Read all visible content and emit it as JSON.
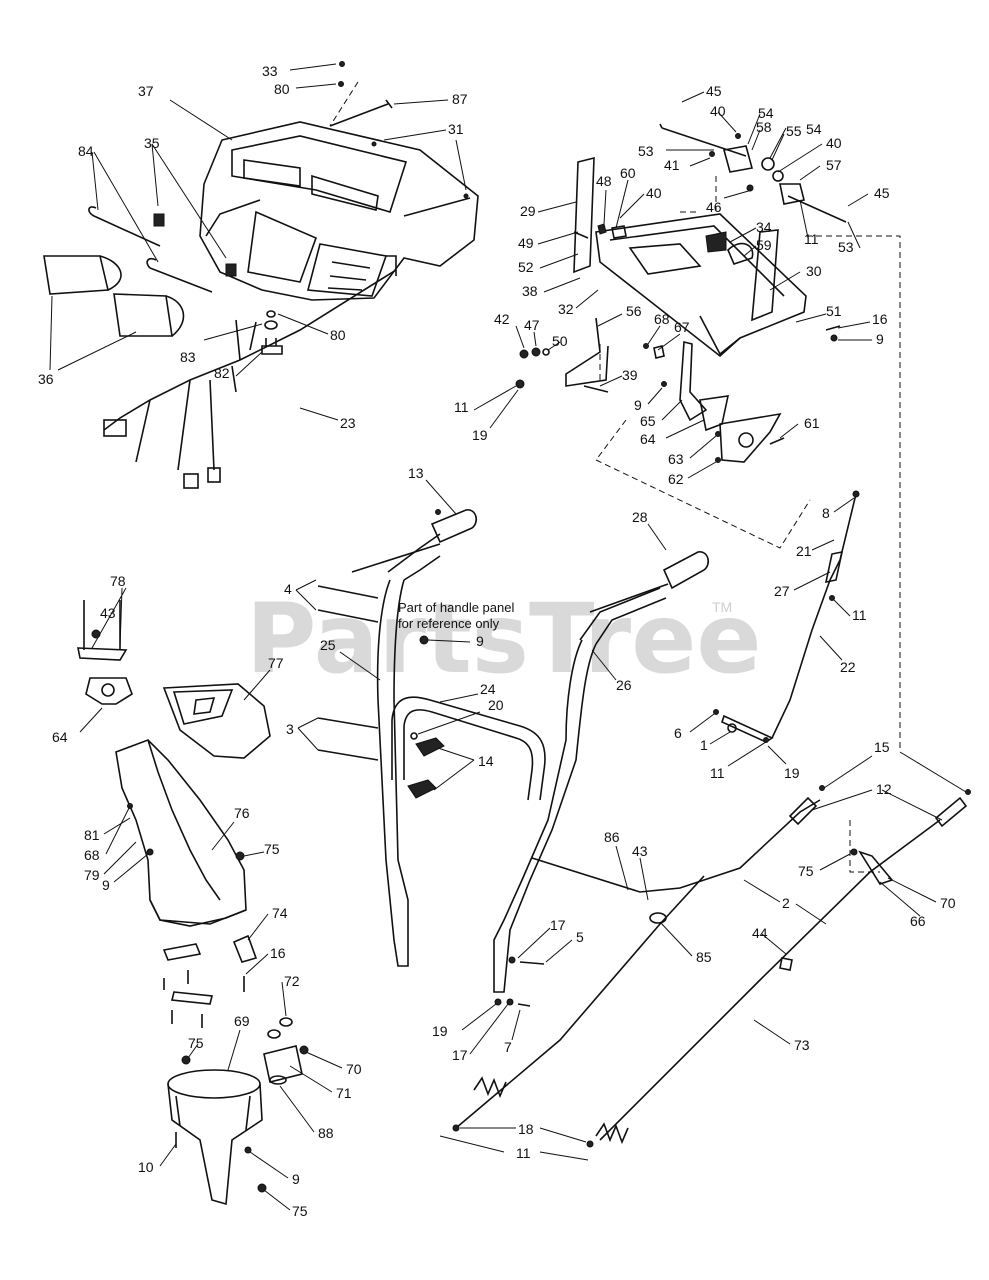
{
  "watermark": {
    "text": "PartsTree",
    "trademark": "TM"
  },
  "note": {
    "line1": "Part of handle panel",
    "line2": "for reference only"
  },
  "callouts": [
    {
      "text": "33"
    },
    {
      "text": "80"
    },
    {
      "text": "37"
    },
    {
      "text": "87"
    },
    {
      "text": "31"
    },
    {
      "text": "84"
    },
    {
      "text": "35"
    },
    {
      "text": "36"
    },
    {
      "text": "83"
    },
    {
      "text": "80"
    },
    {
      "text": "82"
    },
    {
      "text": "23"
    },
    {
      "text": "45"
    },
    {
      "text": "40"
    },
    {
      "text": "54"
    },
    {
      "text": "58"
    },
    {
      "text": "55"
    },
    {
      "text": "54"
    },
    {
      "text": "53"
    },
    {
      "text": "41"
    },
    {
      "text": "40"
    },
    {
      "text": "57"
    },
    {
      "text": "46"
    },
    {
      "text": "45"
    },
    {
      "text": "11"
    },
    {
      "text": "53"
    },
    {
      "text": "29"
    },
    {
      "text": "48"
    },
    {
      "text": "60"
    },
    {
      "text": "40"
    },
    {
      "text": "34"
    },
    {
      "text": "49"
    },
    {
      "text": "59"
    },
    {
      "text": "52"
    },
    {
      "text": "30"
    },
    {
      "text": "38"
    },
    {
      "text": "32"
    },
    {
      "text": "51"
    },
    {
      "text": "16"
    },
    {
      "text": "9"
    },
    {
      "text": "42"
    },
    {
      "text": "47"
    },
    {
      "text": "56"
    },
    {
      "text": "68"
    },
    {
      "text": "67"
    },
    {
      "text": "50"
    },
    {
      "text": "39"
    },
    {
      "text": "11"
    },
    {
      "text": "9"
    },
    {
      "text": "19"
    },
    {
      "text": "65"
    },
    {
      "text": "64"
    },
    {
      "text": "61"
    },
    {
      "text": "63"
    },
    {
      "text": "62"
    },
    {
      "text": "13"
    },
    {
      "text": "28"
    },
    {
      "text": "8"
    },
    {
      "text": "21"
    },
    {
      "text": "4"
    },
    {
      "text": "27"
    },
    {
      "text": "11"
    },
    {
      "text": "78"
    },
    {
      "text": "43"
    },
    {
      "text": "9"
    },
    {
      "text": "25"
    },
    {
      "text": "26"
    },
    {
      "text": "22"
    },
    {
      "text": "77"
    },
    {
      "text": "64"
    },
    {
      "text": "24"
    },
    {
      "text": "20"
    },
    {
      "text": "6"
    },
    {
      "text": "3"
    },
    {
      "text": "1"
    },
    {
      "text": "11"
    },
    {
      "text": "19"
    },
    {
      "text": "14"
    },
    {
      "text": "15"
    },
    {
      "text": "12"
    },
    {
      "text": "81"
    },
    {
      "text": "68"
    },
    {
      "text": "79"
    },
    {
      "text": "76"
    },
    {
      "text": "75"
    },
    {
      "text": "9"
    },
    {
      "text": "86"
    },
    {
      "text": "43"
    },
    {
      "text": "75"
    },
    {
      "text": "2"
    },
    {
      "text": "70"
    },
    {
      "text": "66"
    },
    {
      "text": "74"
    },
    {
      "text": "44"
    },
    {
      "text": "17"
    },
    {
      "text": "5"
    },
    {
      "text": "85"
    },
    {
      "text": "16"
    },
    {
      "text": "72"
    },
    {
      "text": "73"
    },
    {
      "text": "69"
    },
    {
      "text": "75"
    },
    {
      "text": "70"
    },
    {
      "text": "19"
    },
    {
      "text": "17"
    },
    {
      "text": "7"
    },
    {
      "text": "71"
    },
    {
      "text": "88"
    },
    {
      "text": "18"
    },
    {
      "text": "10"
    },
    {
      "text": "11"
    },
    {
      "text": "9"
    },
    {
      "text": "75"
    }
  ]
}
